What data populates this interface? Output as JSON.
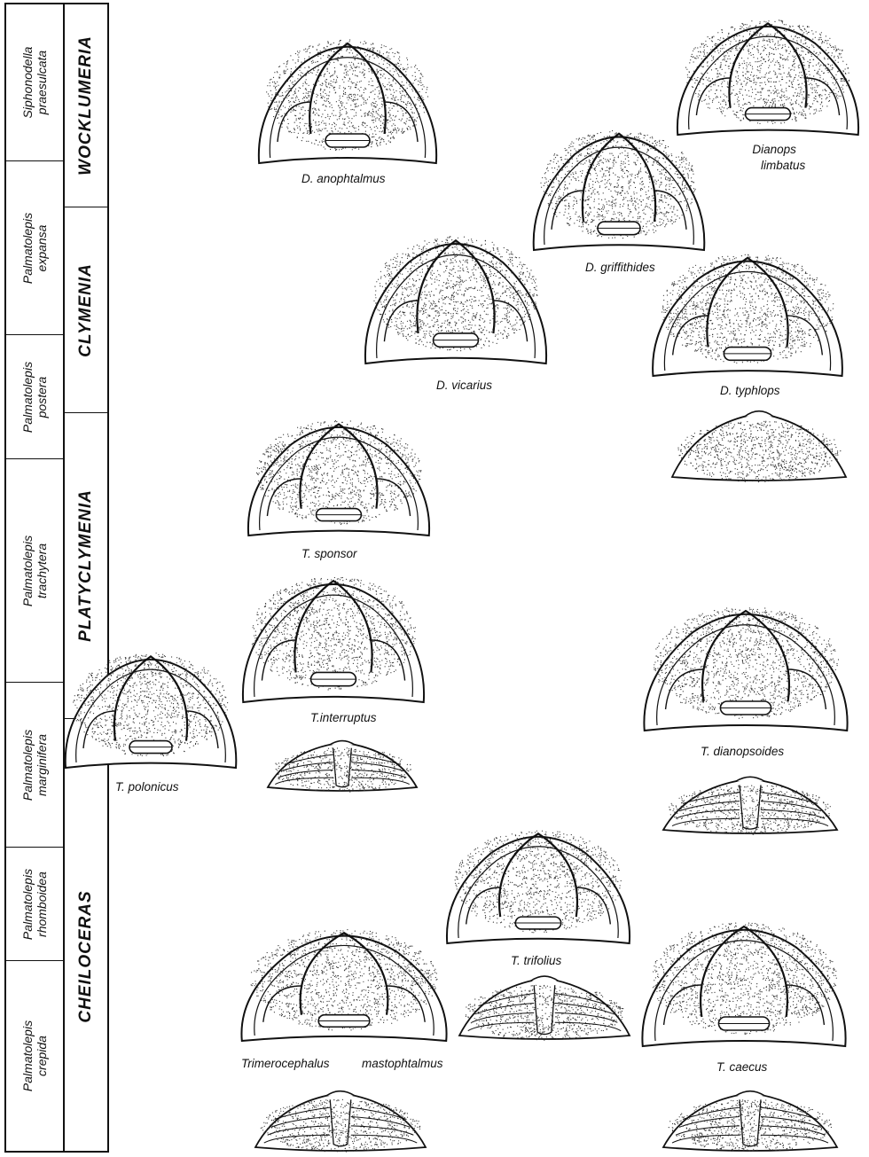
{
  "conodont_zones": [
    {
      "line1": "Siphonodella",
      "line2": "praesulcata"
    },
    {
      "line1": "Palmatolepis",
      "line2": "expansa"
    },
    {
      "line1": "Palmatolepis",
      "line2": "postera"
    },
    {
      "line1": "Palmatolepis",
      "line2": "trachytera"
    },
    {
      "line1": "Palmatolepis",
      "line2": "marginifera"
    },
    {
      "line1": "Palmatolepis",
      "line2": "rhomboidea"
    },
    {
      "line1": "Palmatolepis",
      "line2": "crepida"
    }
  ],
  "ammonoid_zones": [
    "WOCKLUMERIA",
    "CLYMENIA",
    "PLATYCLYMENIA",
    "CHEILOCERAS"
  ],
  "species": {
    "d_anophtalmus": "D. anophtalmus",
    "dianops_limbatus": {
      "line1": "Dianops",
      "line2": "limbatus"
    },
    "d_griffithides": "D. griffithides",
    "d_vicarius": "D. vicarius",
    "d_typhlops": "D. typhlops",
    "t_sponsor": "T. sponsor",
    "t_interruptus": "T.interruptus",
    "t_polonicus": "T. polonicus",
    "t_dianopsoides": "T. dianopsoides",
    "t_trifolius": "T. trifolius",
    "trimerocephalus": "Trimerocephalus",
    "mastophtalmus": "mastophtalmus",
    "t_caecus": "T. caecus"
  },
  "colors": {
    "ink": "#111111",
    "stipple": "#333333",
    "paper": "#ffffff"
  }
}
